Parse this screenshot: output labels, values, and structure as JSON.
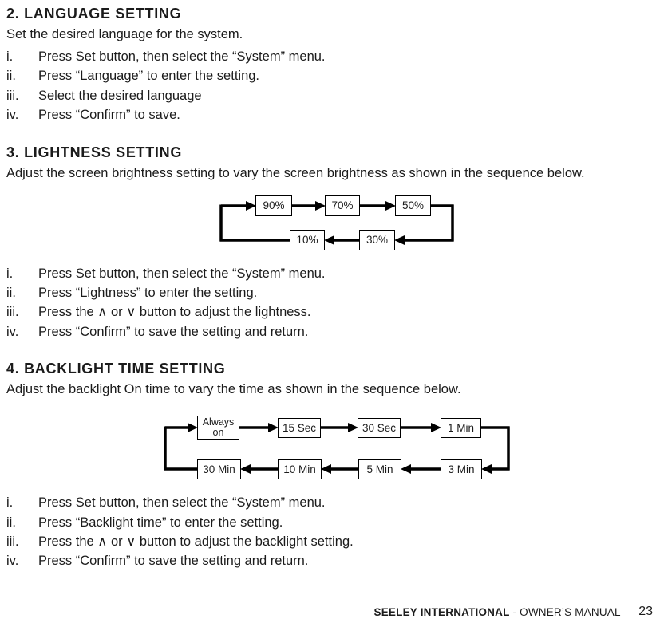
{
  "sections": {
    "language": {
      "title": "2. LANGUAGE SETTING",
      "intro": "Set the desired language for the system.",
      "steps": [
        {
          "num": "i.",
          "text": "Press Set button, then select the “System” menu."
        },
        {
          "num": "ii.",
          "text": "Press “Language” to enter the setting."
        },
        {
          "num": "iii.",
          "text": "Select the desired language"
        },
        {
          "num": "iv.",
          "text": "Press “Confirm” to save."
        }
      ]
    },
    "lightness": {
      "title": "3. LIGHTNESS SETTING",
      "intro": "Adjust the screen brightness setting to vary the screen brightness as shown in the sequence below.",
      "steps": [
        {
          "num": "i.",
          "text": "Press Set button, then select the “System” menu."
        },
        {
          "num": "ii.",
          "text": "Press “Lightness” to enter the setting."
        },
        {
          "num": "iii.",
          "text": "Press the ∧ or ∨ button to adjust the lightness."
        },
        {
          "num": "iv.",
          "text": "Press “Confirm” to save the setting and return."
        }
      ]
    },
    "backlight": {
      "title": "4. BACKLIGHT TIME SETTING",
      "intro": "Adjust the backlight On time to vary the time as shown in the sequence below.",
      "steps": [
        {
          "num": "i.",
          "text": "Press Set button, then select the “System” menu."
        },
        {
          "num": "ii.",
          "text": "Press “Backlight time” to enter the setting."
        },
        {
          "num": "iii.",
          "text": "Press the ∧ or ∨ button to adjust the backlight setting."
        },
        {
          "num": "iv.",
          "text": "Press “Confirm” to save the setting and return."
        }
      ]
    }
  },
  "diagrams": {
    "lightness": {
      "type": "cycle",
      "cycle_order": [
        "90%",
        "70%",
        "50%",
        "30%",
        "10%"
      ],
      "top_row": [
        "90%",
        "70%",
        "50%"
      ],
      "bottom_row": [
        "10%",
        "30%"
      ]
    },
    "backlight": {
      "type": "cycle",
      "cycle_order": [
        "Always on",
        "15 Sec",
        "30 Sec",
        "1 Min",
        "3 Min",
        "5 Min",
        "10 Min",
        "30 Min"
      ],
      "top_row": [
        "Always\non",
        "15 Sec",
        "30 Sec",
        "1 Min"
      ],
      "bottom_row": [
        "30 Min",
        "10 Min",
        "5 Min",
        "3 Min"
      ]
    }
  },
  "footer": {
    "brand": "SEELEY INTERNATIONAL",
    "suffix": " - OWNER’S MANUAL",
    "page_number": "23"
  },
  "colors": {
    "text": "#1b1b1b",
    "line": "#000000",
    "background": "#ffffff"
  }
}
